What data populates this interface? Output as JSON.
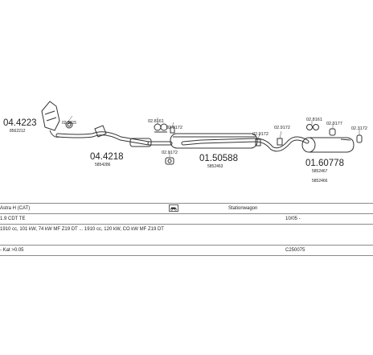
{
  "parts": [
    {
      "id": "catalytic_converter",
      "number": "04.4223",
      "sub": "8562212"
    },
    {
      "id": "front_clamp",
      "number": "02.9415",
      "sub": ""
    },
    {
      "id": "front_pipe",
      "number": "04.4218",
      "sub": "5854286"
    },
    {
      "id": "centre_mount",
      "number": "02.8161",
      "sub": ""
    },
    {
      "id": "centre_hanger",
      "number": "02.9172",
      "sub": ""
    },
    {
      "id": "centre_bracket",
      "number": "02.9172",
      "sub": ""
    },
    {
      "id": "centre_silencer",
      "number": "01.50588",
      "sub": "5852463"
    },
    {
      "id": "rear_clamp_1",
      "number": "02.9172",
      "sub": ""
    },
    {
      "id": "rear_clamp_2",
      "number": "02.9172",
      "sub": ""
    },
    {
      "id": "rear_mount_1",
      "number": "02.8161",
      "sub": ""
    },
    {
      "id": "rear_mount_2",
      "number": "02.3177",
      "sub": ""
    },
    {
      "id": "rear_mount_3",
      "number": "02.3172",
      "sub": ""
    },
    {
      "id": "rear_silencer",
      "number": "01.60778",
      "sub": "5852467",
      "sub2": "5852466"
    }
  ],
  "vehicle": {
    "model": "Astra H (CAT)",
    "body": "Stationwagon",
    "engine": "1.9 CDT TE",
    "date": "10/05 -",
    "spec": "1910 cc, 101 kW, 74 kW MF Z19 DT ... 1910 cc, 120 kW, CO kW MF Z19 DT",
    "note": "- Kat >0.05",
    "code": "C250075"
  }
}
